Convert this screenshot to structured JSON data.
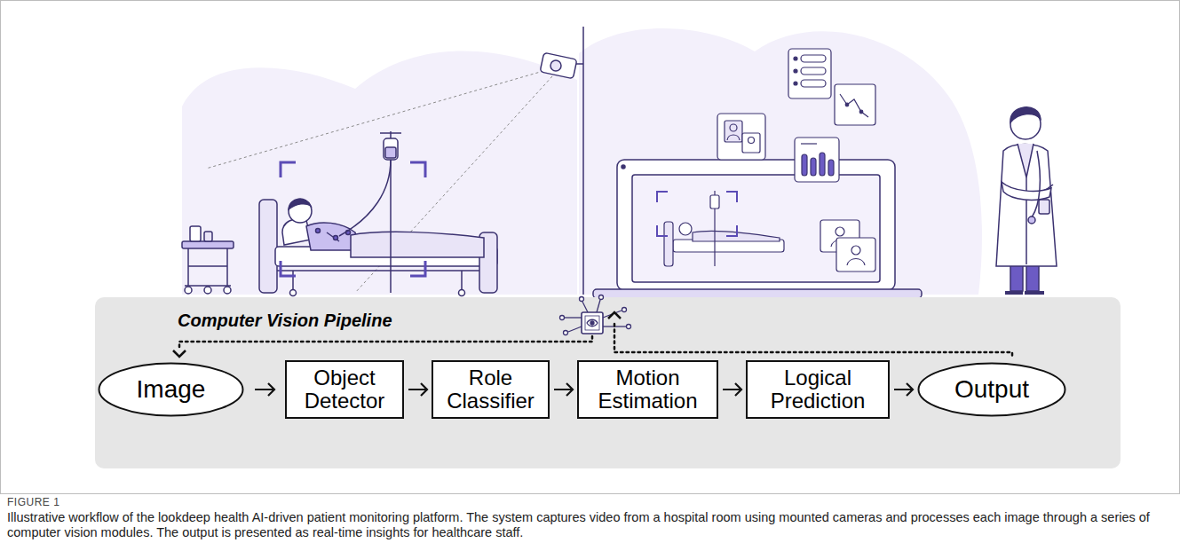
{
  "diagram": {
    "caption": "Illustrative workflow of the lookdeep health AI-driven patient monitoring platform. The system captures video from a hospital room using mounted cameras and processes each image through a series of computer vision modules. The output is presented as real-time insights for healthcare staff.",
    "nodes": [
      {
        "text": [
          "Computer Vision Pipeline"
        ]
      },
      {
        "text": [
          "Image"
        ],
        "in": 0
      },
      {
        "text": [
          "Object Detector"
        ],
        "in": 0
      },
      {
        "text": [
          "Role Classifier"
        ],
        "in": 0
      },
      {
        "text": [
          "Motion Estimation"
        ],
        "in": 0
      },
      {
        "text": [
          "Logical Prediction"
        ],
        "in": 0
      },
      {
        "text": [
          "Output"
        ],
        "in": 0
      }
    ],
    "edges": [
      {
        "from": 1,
        "to": 2,
        "arrow": "to"
      },
      {
        "from": 2,
        "to": 3,
        "arrow": "to"
      },
      {
        "from": 3,
        "to": 4,
        "arrow": "to"
      },
      {
        "from": 4,
        "to": 5,
        "arrow": "to"
      },
      {
        "from": 5,
        "to": 6,
        "arrow": "to"
      }
    ],
    "labels": [
      "FIGURE 1"
    ]
  }
}
